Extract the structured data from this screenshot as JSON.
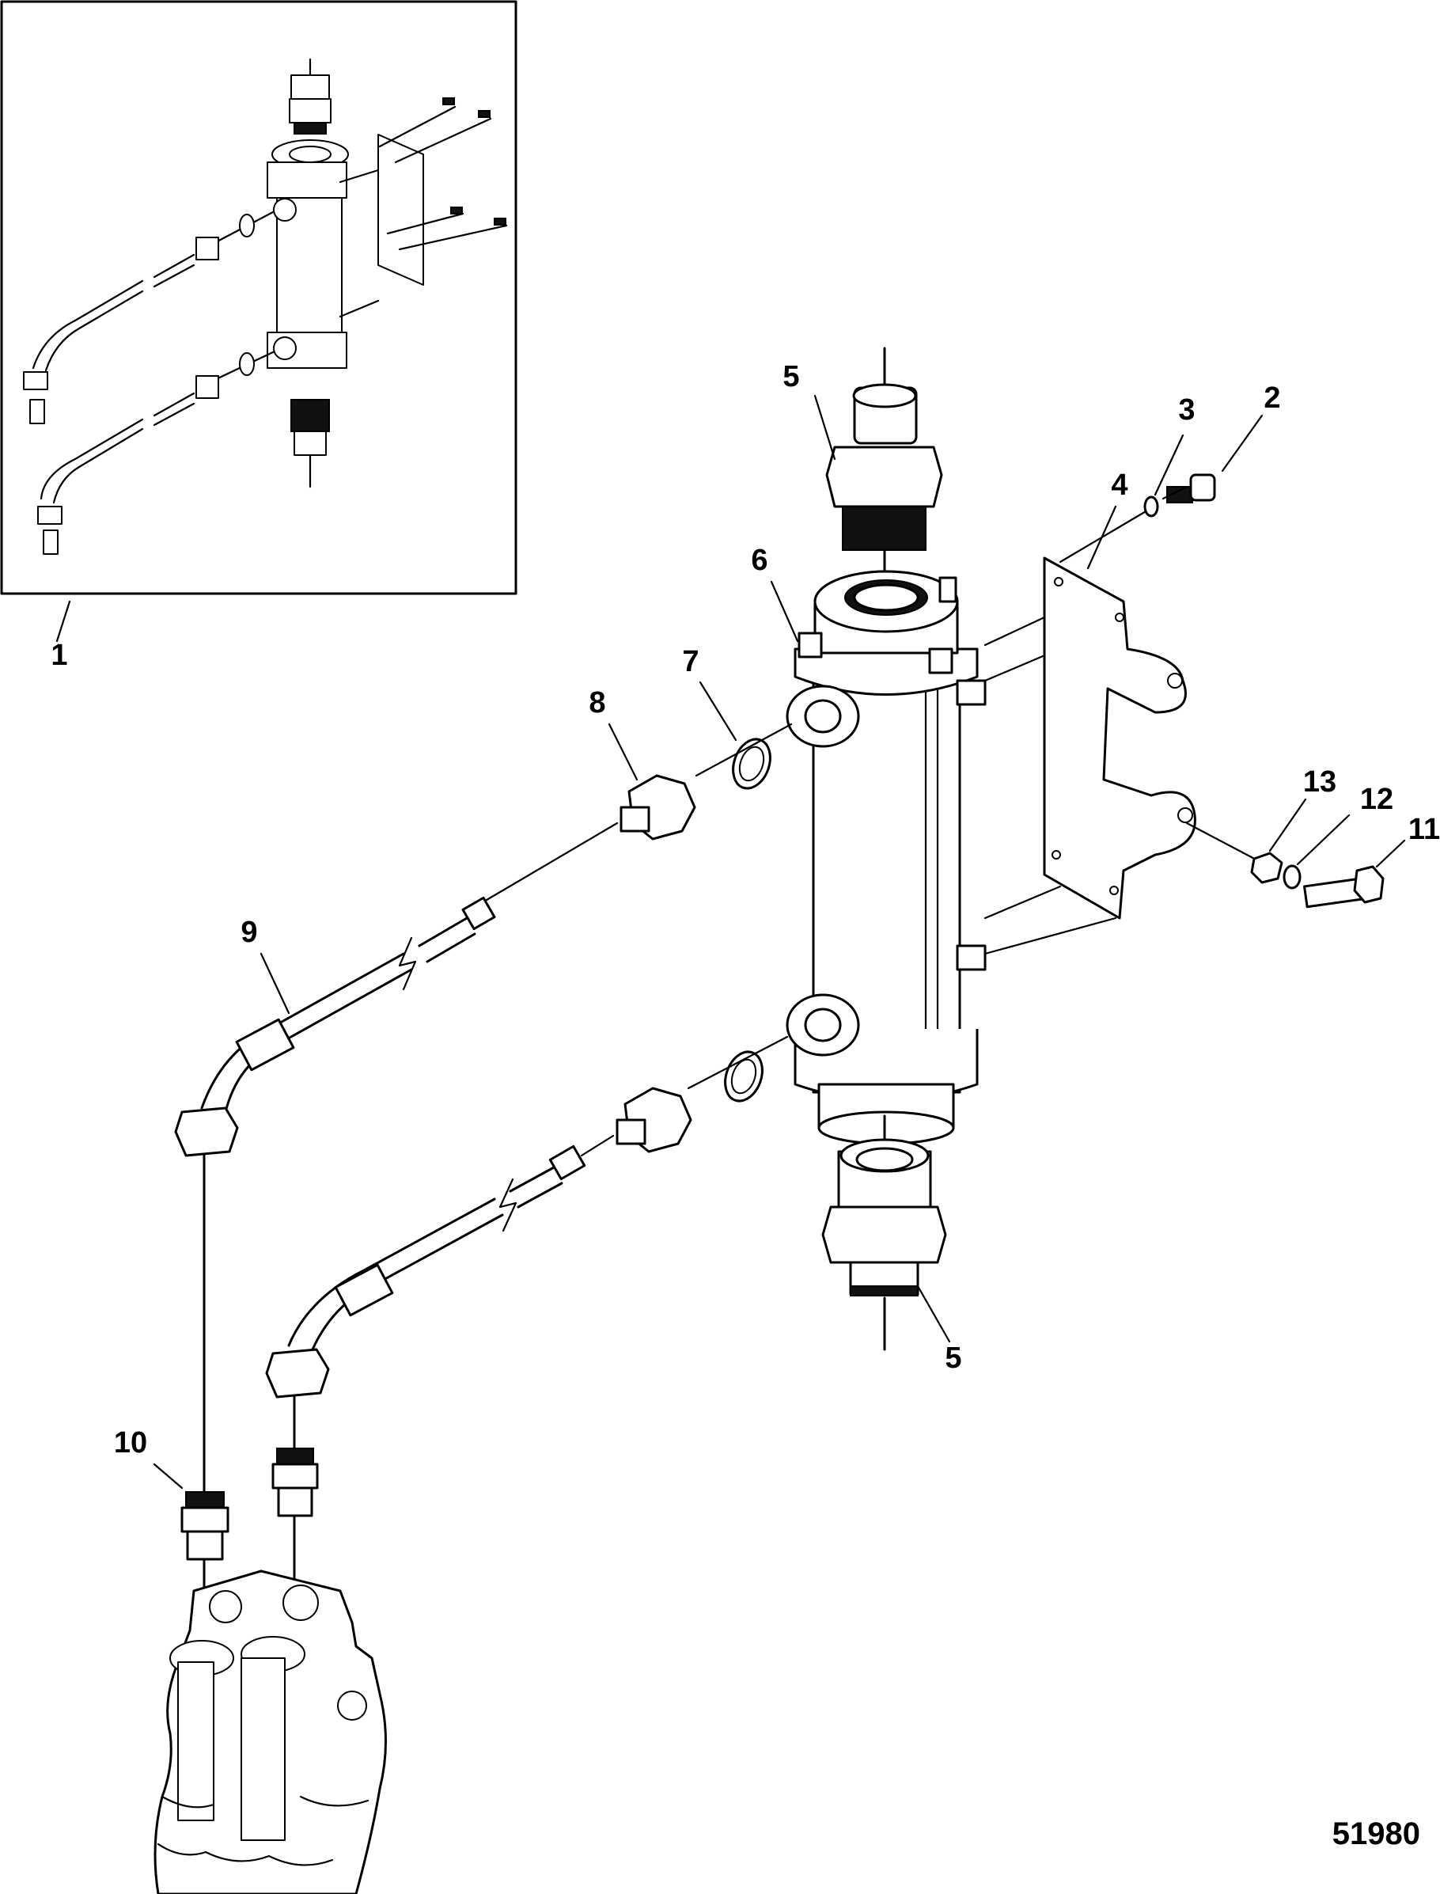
{
  "callouts": {
    "c1": "1",
    "c2": "2",
    "c3": "3",
    "c4": "4",
    "c5_top": "5",
    "c5_bottom": "5",
    "c6": "6",
    "c7": "7",
    "c8": "8",
    "c9": "9",
    "c10": "10",
    "c11": "11",
    "c12": "12",
    "c13": "13"
  },
  "figure_number": "51980",
  "colors": {
    "line": "#000000",
    "background": "#ffffff"
  }
}
